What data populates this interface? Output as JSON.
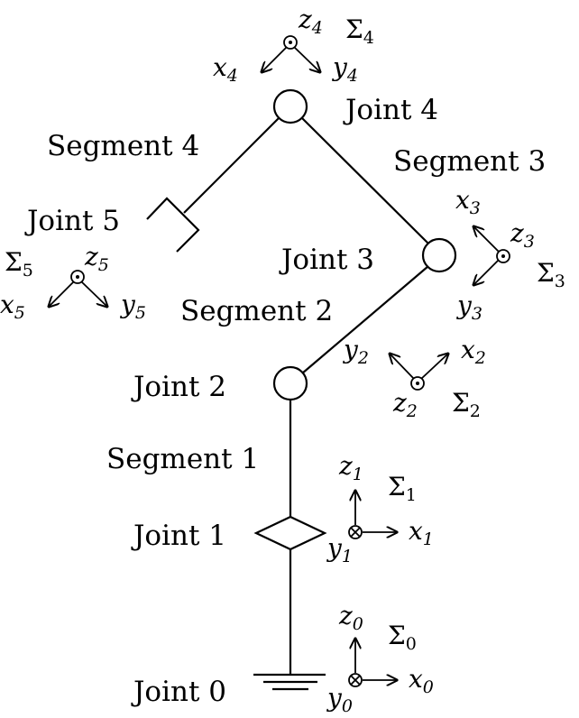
{
  "joints": [
    "Joint 0",
    "Joint 1",
    "Joint 2",
    "Joint 3",
    "Joint 4",
    "Joint 5"
  ],
  "segments": [
    "Segment 1",
    "Segment 2",
    "Segment 3",
    "Segment 4"
  ],
  "frames": {
    "f0": {
      "sigma": "Σ",
      "sub": "0",
      "x": "x",
      "y": "y",
      "z": "z"
    },
    "f1": {
      "sigma": "Σ",
      "sub": "1",
      "x": "x",
      "y": "y",
      "z": "z"
    },
    "f2": {
      "sigma": "Σ",
      "sub": "2",
      "x": "x",
      "y": "y",
      "z": "z"
    },
    "f3": {
      "sigma": "Σ",
      "sub": "3",
      "x": "x",
      "y": "y",
      "z": "z"
    },
    "f4": {
      "sigma": "Σ",
      "sub": "4",
      "x": "x",
      "y": "y",
      "z": "z"
    },
    "f5": {
      "sigma": "Σ",
      "sub": "5",
      "x": "x",
      "y": "y",
      "z": "z"
    }
  }
}
